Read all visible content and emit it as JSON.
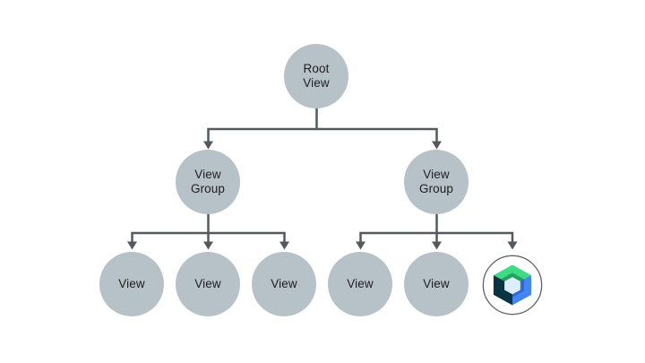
{
  "diagram": {
    "type": "tree",
    "description": "Android view hierarchy: root view, two view groups, leaf views, one Jetpack Compose node",
    "colors": {
      "background": "#ffffff",
      "node_fill": "#b7c2c8",
      "connector": "#54595d",
      "label_text": "#1c1e1f",
      "logo_ring": "#63686b",
      "logo_green": "#3ddc84",
      "logo_rim_green": "#27a05f",
      "logo_blue": "#4285f4",
      "logo_rim_blue": "#2f68d9",
      "logo_navy": "#0a3342",
      "logo_core": "#ddeefa"
    },
    "nodes": {
      "root": {
        "label": "Root\nView"
      },
      "left_group": {
        "label": "View\nGroup"
      },
      "right_group": {
        "label": "View\nGroup"
      },
      "leaves": [
        "View",
        "View",
        "View",
        "View",
        "View"
      ],
      "compose": {
        "icon": "jetpack-compose-logo"
      }
    }
  }
}
